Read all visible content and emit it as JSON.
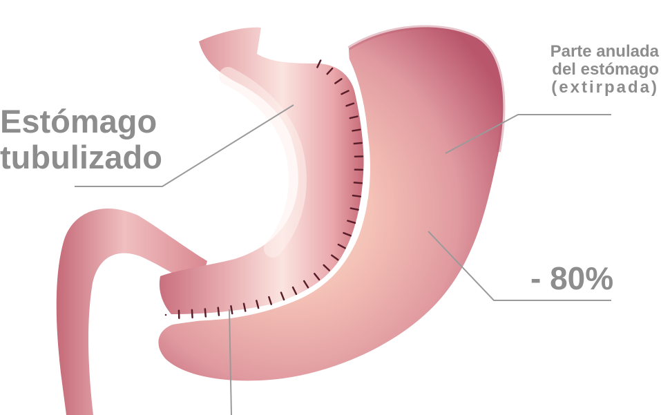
{
  "labels": {
    "tubular_stomach": {
      "line1": "Estómago",
      "line2": "tubulizado"
    },
    "removed_part": {
      "line1": "Parte anulada",
      "line2": "del estómago",
      "line3": "(extirpada)"
    },
    "percent_removed": "- 80%"
  },
  "colors": {
    "label_text": "#8d8d8d",
    "leader_lines": "#9a9a9a",
    "tissue_base": "#e8a4a8",
    "tissue_shadow": "#b8546a",
    "tissue_highlight": "#fbe3df",
    "removed_center": "#fbd8c4",
    "sutures": "#5a1e2a"
  }
}
